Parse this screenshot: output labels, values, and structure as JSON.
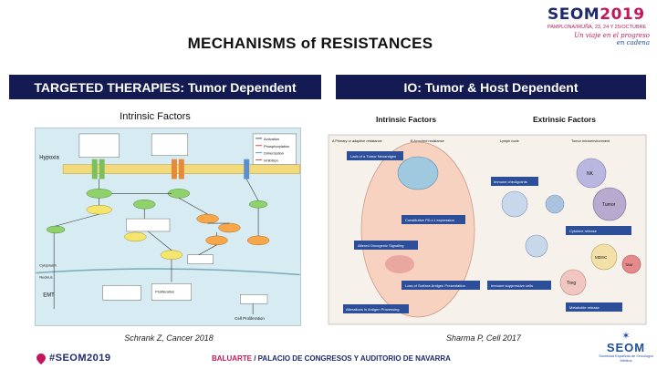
{
  "header": {
    "brand_main": "SEOM",
    "brand_year": "2019",
    "brand_sub": "PAMPLONA/IRUÑA, 23, 24 Y 25/OCTUBRE",
    "brand_script_1": "Un viaje en el progreso",
    "brand_script_2": "en cadena"
  },
  "page_title": "MECHANISMS of RESISTANCES",
  "bars": {
    "left": "TARGETED THERAPIES: Tumor Dependent",
    "right": "IO:  Tumor & Host Dependent"
  },
  "left_panel": {
    "caption_top": "Intrinsic Factors",
    "caption_bottom": "Schrank Z, Cancer 2018",
    "labels": {
      "hypoxia": "Hypoxia",
      "emt": "EMT",
      "cytoplasm": "Cytoplasm",
      "nucleus": "Nucleus",
      "proliferation": "Proliferation",
      "cell_prolif": "Cell Proliferation",
      "legend_1": "Activation",
      "legend_2": "Phosphorylation",
      "legend_3": "Dimerization",
      "legend_4": "Inhibition"
    }
  },
  "right_panel": {
    "title_intrinsic": "Intrinsic Factors",
    "title_extrinsic": "Extrinsic Factors",
    "caption_bottom": "Sharma P, Cell 2017",
    "label_a": "A  Primary or adaptive resistance",
    "label_b": "B  Acquired resistance",
    "label_lymph": "Lymph node",
    "label_tme": "Tumor microenvironment",
    "boxes": [
      "Lack of a Tumor Neoantigen",
      "Constitutive PD-L1 expression",
      "Altered Oncogenic Signaling",
      "Loss of Surface Antigen Presentation",
      "Alterations in Antigen Processing"
    ],
    "right_boxes": [
      "Immune checkpoints",
      "Cytokine release",
      "Immune suppressive cells",
      "Metabolite release"
    ],
    "cells": [
      "NK",
      "Tumor",
      "Treg",
      "MDSC",
      "TAM"
    ]
  },
  "footer": {
    "hashtag": "#SEOM2019",
    "venue_1": "BALUARTE",
    "venue_2": " / PALACIO DE CONGRESOS Y AUDITORIO DE NAVARRA",
    "logo_text": "SEOM",
    "logo_sub": "Sociedad Española de Oncología Médica"
  },
  "colors": {
    "bar_bg": "#141a52",
    "brand_blue": "#1f2a6b",
    "brand_pink": "#c2185b",
    "left_fig_bg": "#d7ecf2"
  }
}
